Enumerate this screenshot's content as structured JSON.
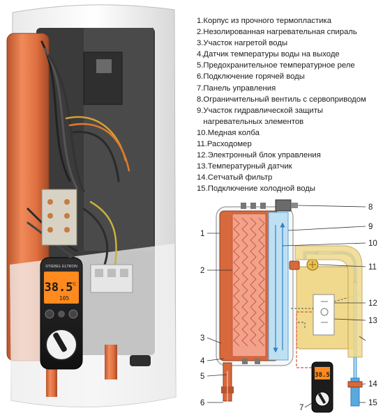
{
  "legend": [
    {
      "num": "1.",
      "text": "Корпус из прочного термопластика"
    },
    {
      "num": "2.",
      "text": "Незолированная нагревательная спираль"
    },
    {
      "num": "3.",
      "text": "Участок нагретой воды"
    },
    {
      "num": "4.",
      "text": "Датчик температуры воды на выходе"
    },
    {
      "num": "5.",
      "text": "Предохранительное температурное реле"
    },
    {
      "num": "6.",
      "text": "Подключение горячей воды"
    },
    {
      "num": "7.",
      "text": "Панель управления"
    },
    {
      "num": "8.",
      "text": "Ограничительный вентиль с сервоприводом"
    },
    {
      "num": "9.",
      "text": "Участок гидравлической защиты нагревательных элементов"
    },
    {
      "num": "10.",
      "text": "Медная колба"
    },
    {
      "num": "11.",
      "text": "Расходомер"
    },
    {
      "num": "12.",
      "text": "Электронный блок управления"
    },
    {
      "num": "13.",
      "text": "Температурный датчик"
    },
    {
      "num": "14.",
      "text": "Сетчатый фильтр"
    },
    {
      "num": "15.",
      "text": "Подключение холодной воды"
    }
  ],
  "callouts": {
    "c1": "1",
    "c2": "2",
    "c3": "3",
    "c4": "4",
    "c5": "5",
    "c6": "6",
    "c7": "7",
    "c8": "8",
    "c9": "9",
    "c10": "10",
    "c11": "11",
    "c12": "12",
    "c13": "13",
    "c14": "14",
    "c15": "15"
  },
  "photo_display": {
    "brand": "STIEBEL ELTRON",
    "temperature": "38.5",
    "unit": "°C",
    "secondary": "105"
  },
  "schema_display": {
    "temperature": "38.5"
  },
  "colors": {
    "copper": "#d7693c",
    "cold_water": "#5aa9dc",
    "hot_pipe": "#e0523a",
    "electronics": "#f0d98c",
    "display_orange": "#ff8a1e"
  }
}
